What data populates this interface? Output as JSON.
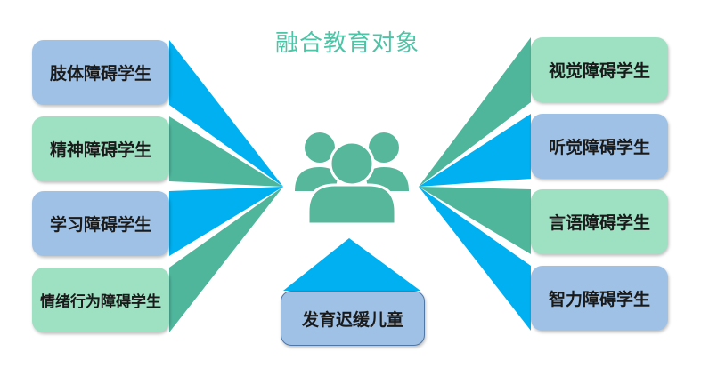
{
  "title": "融合教育对象",
  "left_items": [
    "肢体障碍学生",
    "精神障碍学生",
    "学习障碍学生",
    "情绪行为障碍学生"
  ],
  "right_items": [
    "视觉障碍学生",
    "听觉障碍学生",
    "言语障碍学生",
    "智力障碍学生"
  ],
  "bottom_item": "发育迟缓儿童",
  "center_icon": "people-group-icon",
  "colors": {
    "blue_box": "#9fc1e6",
    "green_box": "#9ee0c2",
    "blue_fan": "#00b0f0",
    "green_fan": "#4fb69c",
    "icon": "#57b79a",
    "title": "#4fc3a6"
  }
}
